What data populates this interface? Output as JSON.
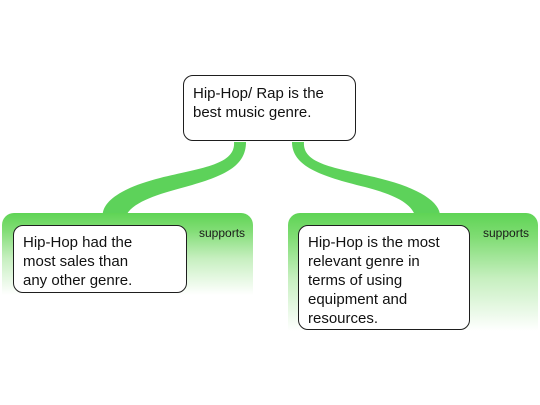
{
  "colors": {
    "connector": "#5dd25a",
    "panel_top": "#5fd455",
    "box_border": "#1e1e1e"
  },
  "claim": {
    "lines": [
      "Hip-Hop/ Rap is the",
      "best music genre."
    ]
  },
  "premises": [
    {
      "relation": "supports",
      "lines": [
        "Hip-Hop had the",
        "most sales than",
        "any other genre."
      ]
    },
    {
      "relation": "supports",
      "lines": [
        "Hip-Hop is the most",
        "relevant genre in",
        "terms of using",
        "equipment and",
        "resources."
      ]
    }
  ]
}
